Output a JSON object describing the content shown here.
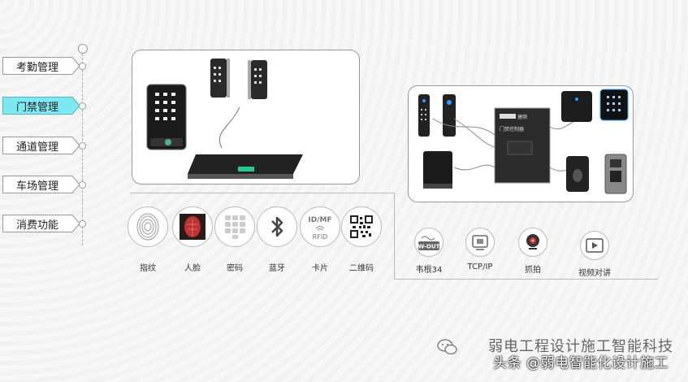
{
  "nav": {
    "items": [
      {
        "label": "考勤管理",
        "active": false
      },
      {
        "label": "门禁管理",
        "active": true
      },
      {
        "label": "通道管理",
        "active": false
      },
      {
        "label": "车场管理",
        "active": false
      },
      {
        "label": "消费功能",
        "active": false
      }
    ],
    "active_color": "#7fe9f2"
  },
  "features": [
    {
      "label": "指纹",
      "icon": "fingerprint-icon"
    },
    {
      "label": "人脸",
      "icon": "face-icon"
    },
    {
      "label": "密码",
      "icon": "keypad-icon"
    },
    {
      "label": "蓝牙",
      "icon": "bluetooth-icon"
    },
    {
      "label": "卡片",
      "icon": "rfid-card-icon",
      "badge_top": "ID/MF",
      "badge_bottom": "RFID"
    },
    {
      "label": "二维码",
      "icon": "qrcode-icon"
    }
  ],
  "interfaces": [
    {
      "label": "韦根34",
      "icon": "wiegand-icon",
      "badge": "W-OUT"
    },
    {
      "label": "TCP/IP",
      "icon": "network-icon"
    },
    {
      "label": "抓拍",
      "icon": "camera-icon"
    },
    {
      "label": "视频对讲",
      "icon": "video-intercom-icon"
    }
  ],
  "controller": {
    "brand": "捷顺",
    "title": "门禁控制器"
  },
  "watermark": {
    "line1": "弱电工程设计施工智能科技",
    "line2": "头条 @弱电智能化设计施工"
  }
}
